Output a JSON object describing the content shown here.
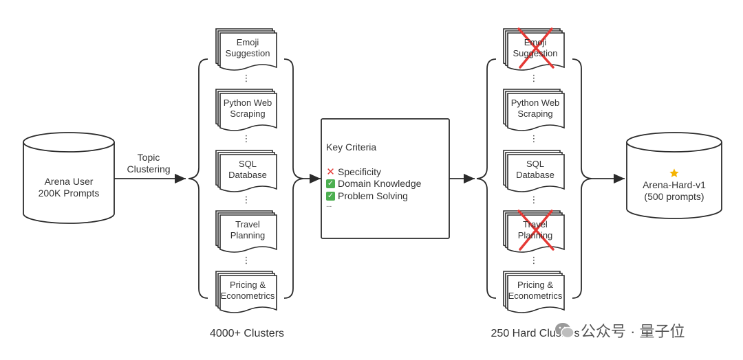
{
  "source": {
    "line1": "Arena User",
    "line2": "200K Prompts"
  },
  "step_label": {
    "line1": "Topic",
    "line2": "Clustering"
  },
  "clusters_left": [
    {
      "line1": "Emoji",
      "line2": "Suggestion",
      "crossed": false
    },
    {
      "line1": "Python Web",
      "line2": "Scraping",
      "crossed": false
    },
    {
      "line1": "SQL",
      "line2": "Database",
      "crossed": false
    },
    {
      "line1": "Travel",
      "line2": "Planning",
      "crossed": false
    },
    {
      "line1": "Pricing &",
      "line2": "Econometrics",
      "crossed": false
    }
  ],
  "clusters_right": [
    {
      "line1": "Emoji",
      "line2": "Suggestion",
      "crossed": true
    },
    {
      "line1": "Python Web",
      "line2": "Scraping",
      "crossed": false
    },
    {
      "line1": "SQL",
      "line2": "Database",
      "crossed": false
    },
    {
      "line1": "Travel",
      "line2": "Planning",
      "crossed": true
    },
    {
      "line1": "Pricing &",
      "line2": "Econometrics",
      "crossed": false
    }
  ],
  "ellipsis": "⋮",
  "criteria": {
    "title": "Key Criteria",
    "items": [
      {
        "label": "Specificity",
        "mark": "cross-icon"
      },
      {
        "label": "Domain Knowledge",
        "mark": "check-icon"
      },
      {
        "label": "Problem Solving",
        "mark": "check-icon"
      }
    ],
    "more": "..."
  },
  "left_caption": "4000+ Clusters",
  "right_caption": "250 Hard Clusters",
  "result": {
    "line1": "Arena-Hard-v1",
    "line2": "(500 prompts)",
    "icon": "star-icon"
  },
  "watermark": {
    "text": "公众号 · 量子位",
    "icon": "wechat-icon"
  },
  "colors": {
    "cross": "#e53935",
    "check": "#4caf50",
    "star": "#f5b301"
  }
}
